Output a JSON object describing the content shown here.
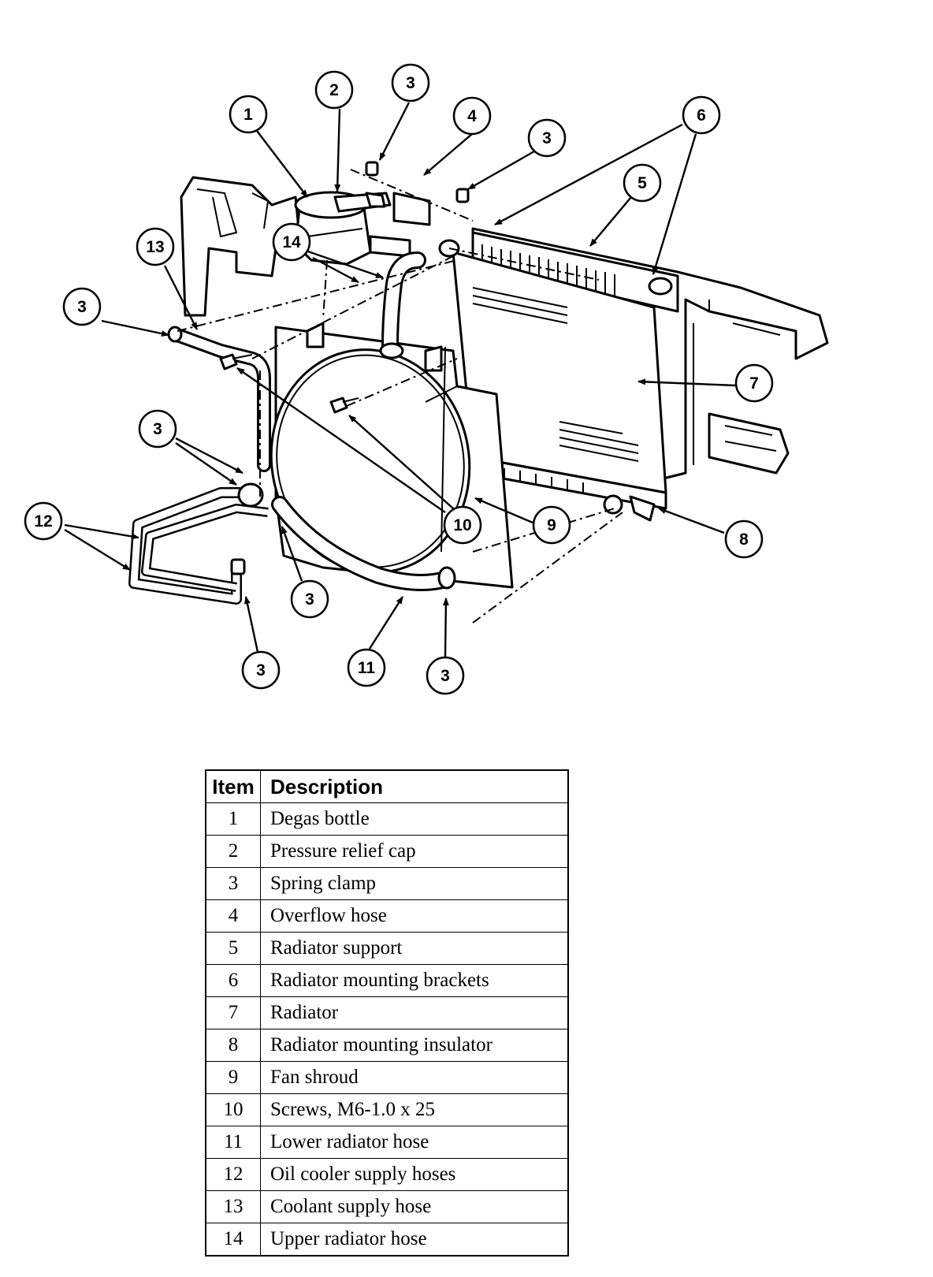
{
  "callouts": [
    {
      "id": "c1",
      "label": "1"
    },
    {
      "id": "c2",
      "label": "2"
    },
    {
      "id": "c3a",
      "label": "3"
    },
    {
      "id": "c4",
      "label": "4"
    },
    {
      "id": "c3b",
      "label": "3"
    },
    {
      "id": "c6",
      "label": "6"
    },
    {
      "id": "c5",
      "label": "5"
    },
    {
      "id": "c13",
      "label": "13"
    },
    {
      "id": "c14",
      "label": "14"
    },
    {
      "id": "c3c",
      "label": "3"
    },
    {
      "id": "c7",
      "label": "7"
    },
    {
      "id": "c3d",
      "label": "3"
    },
    {
      "id": "c12",
      "label": "12"
    },
    {
      "id": "c10",
      "label": "10"
    },
    {
      "id": "c9",
      "label": "9"
    },
    {
      "id": "c8",
      "label": "8"
    },
    {
      "id": "c3e",
      "label": "3"
    },
    {
      "id": "c3f",
      "label": "3"
    },
    {
      "id": "c11",
      "label": "11"
    },
    {
      "id": "c3g",
      "label": "3"
    }
  ],
  "table": {
    "header": {
      "item": "Item",
      "description": "Description"
    },
    "rows": [
      {
        "item": "1",
        "description": "Degas bottle"
      },
      {
        "item": "2",
        "description": "Pressure relief cap"
      },
      {
        "item": "3",
        "description": "Spring clamp"
      },
      {
        "item": "4",
        "description": "Overflow hose"
      },
      {
        "item": "5",
        "description": "Radiator support"
      },
      {
        "item": "6",
        "description": "Radiator mounting brackets"
      },
      {
        "item": "7",
        "description": "Radiator"
      },
      {
        "item": "8",
        "description": "Radiator mounting insulator"
      },
      {
        "item": "9",
        "description": "Fan shroud"
      },
      {
        "item": "10",
        "description": "Screws, M6-1.0 x 25"
      },
      {
        "item": "11",
        "description": "Lower radiator hose"
      },
      {
        "item": "12",
        "description": "Oil cooler supply hoses"
      },
      {
        "item": "13",
        "description": "Coolant supply hose"
      },
      {
        "item": "14",
        "description": "Upper radiator hose"
      }
    ]
  }
}
